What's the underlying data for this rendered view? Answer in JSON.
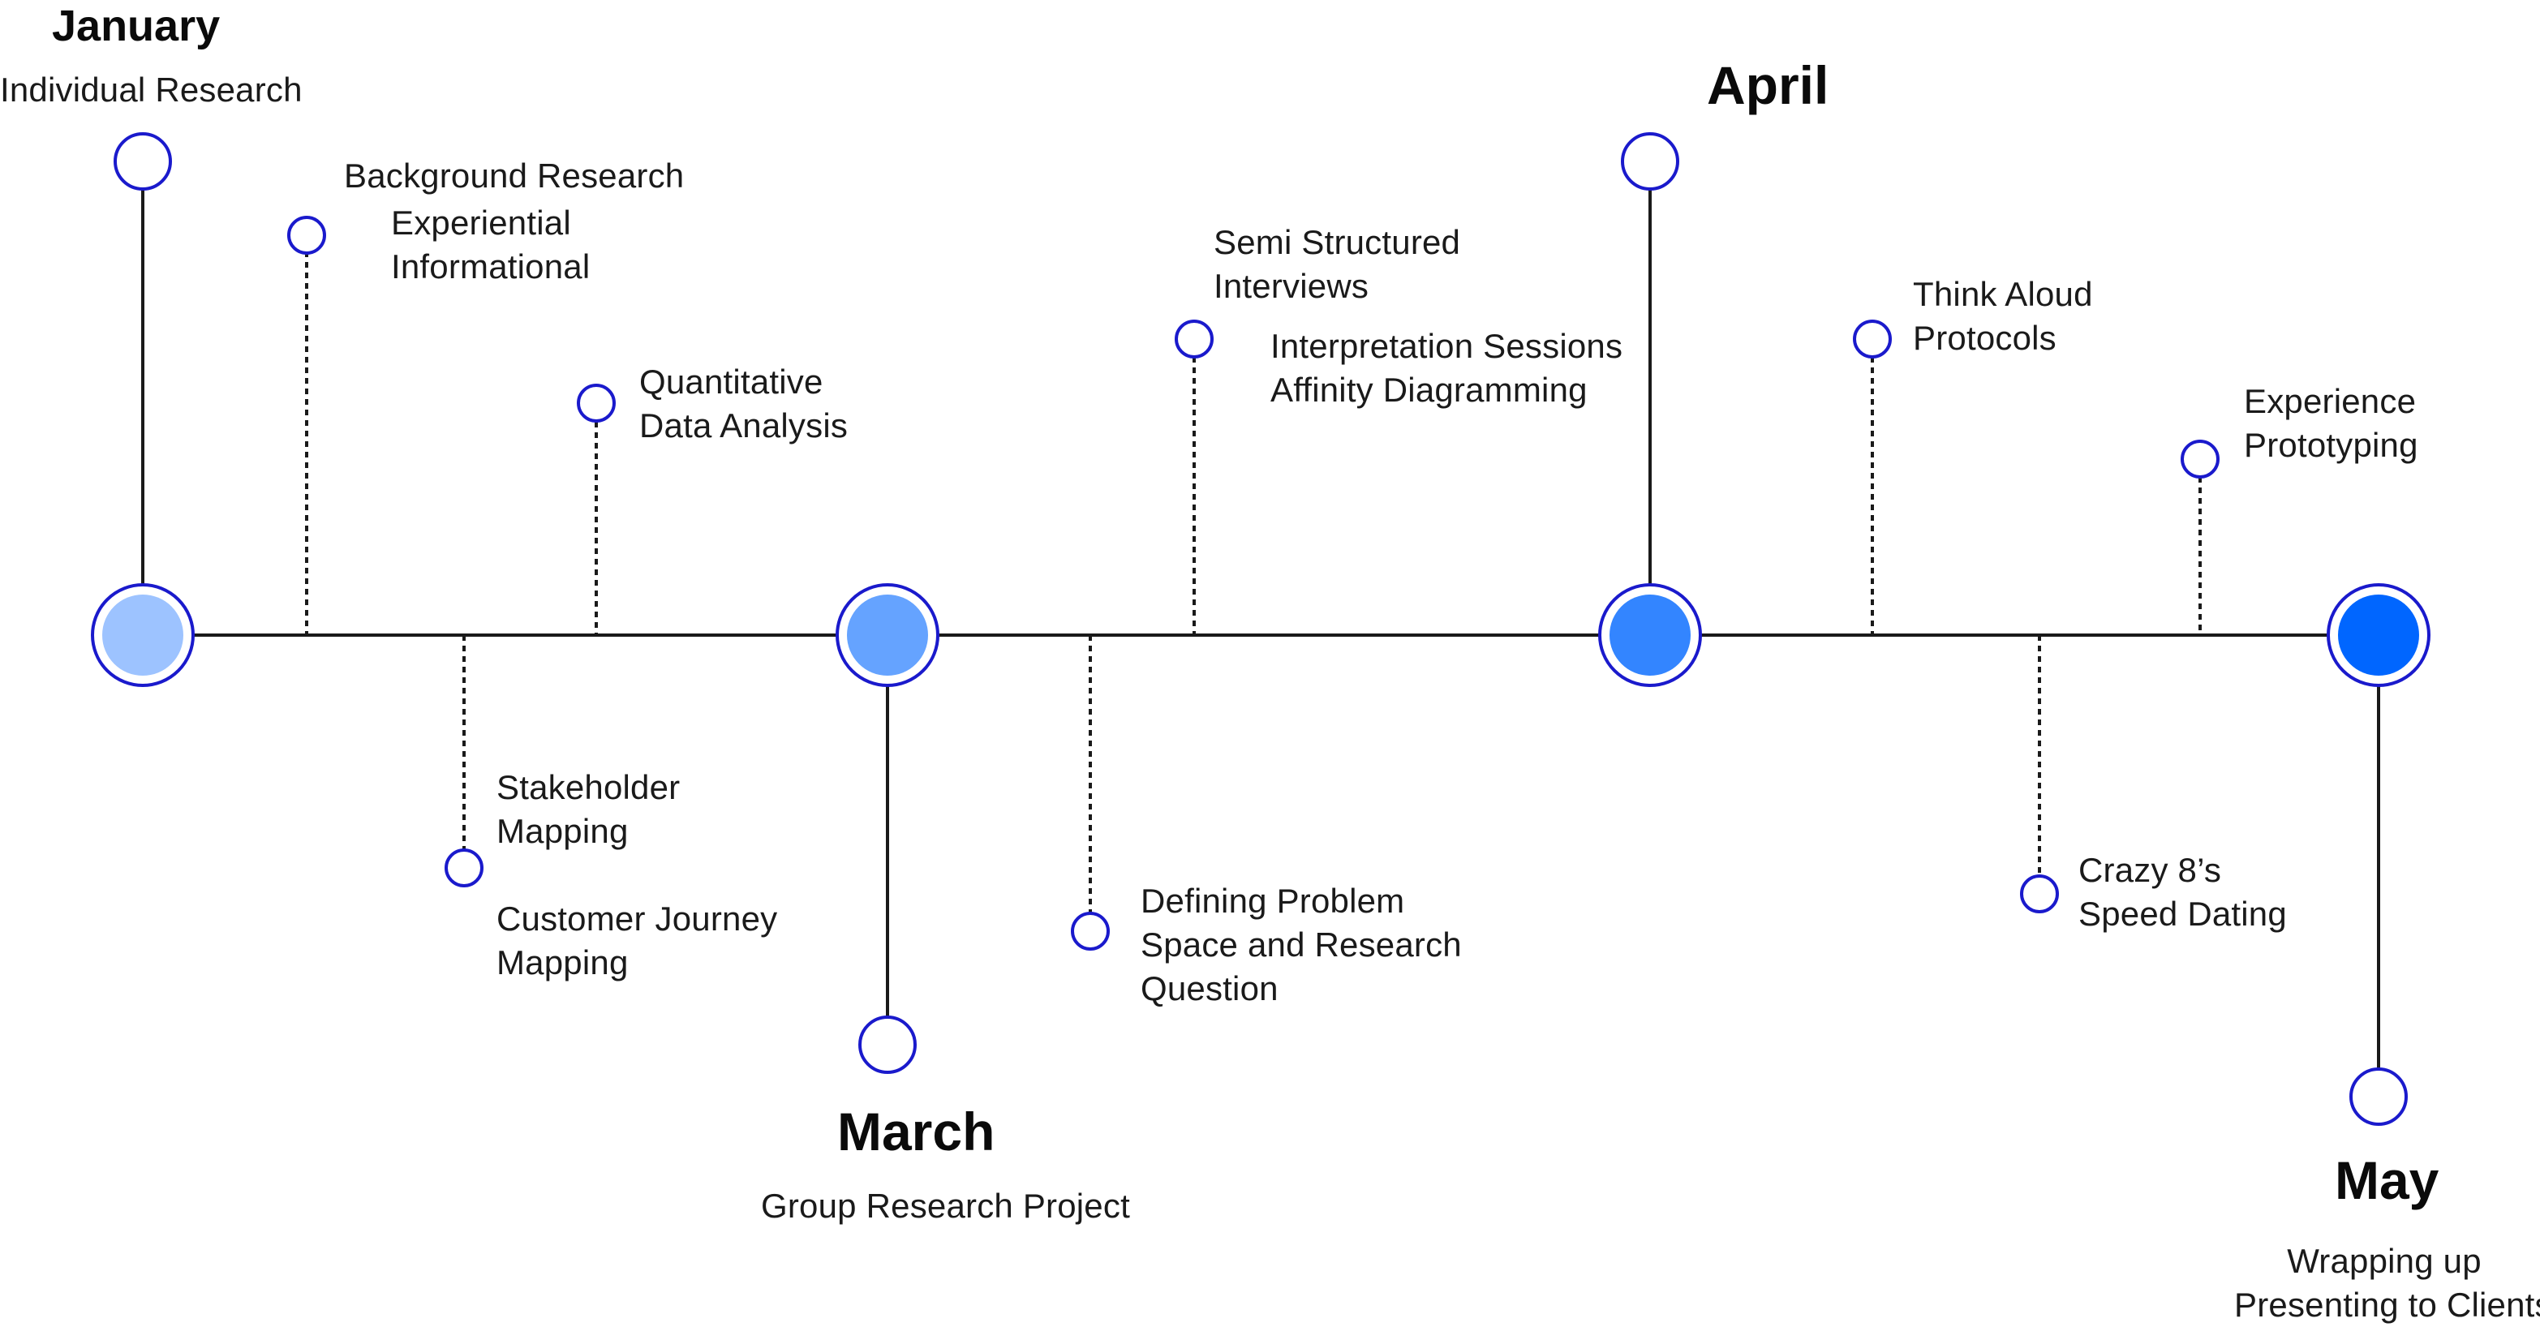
{
  "milestones": {
    "january": {
      "month": "January",
      "subtitle": "Individual Research",
      "fill": "#9dc3ff"
    },
    "march": {
      "month": "March",
      "subtitle": "Group Research Project",
      "fill": "#65a3ff"
    },
    "april": {
      "month": "April",
      "subtitle": "",
      "fill": "#3385ff"
    },
    "may": {
      "month": "May",
      "subtitle_line1": "Wrapping up",
      "subtitle_line2": "Presenting to Clients",
      "fill": "#0066ff"
    }
  },
  "activities": {
    "background_research": {
      "line1": "Background Research",
      "line2": "Experiential",
      "line3": "Informational"
    },
    "quantitative": {
      "line1": "Quantitative",
      "line2": "Data Analysis"
    },
    "stakeholder": {
      "line1": "Stakeholder",
      "line2": "Mapping",
      "line3": "Customer Journey",
      "line4": "Mapping"
    },
    "defining_problem": {
      "line1": "Defining Problem",
      "line2": "Space and Research",
      "line3": "Question"
    },
    "semi_structured": {
      "line1": "Semi Structured",
      "line2": "Interviews",
      "line3": "Interpretation Sessions",
      "line4": "Affinity Diagramming"
    },
    "think_aloud": {
      "line1": "Think Aloud",
      "line2": "Protocols"
    },
    "crazy8": {
      "line1": "Crazy 8’s",
      "line2": "Speed Dating"
    },
    "experience_proto": {
      "line1": "Experience",
      "line2": "Prototyping"
    }
  },
  "colors": {
    "line": "#1a1a1a",
    "node_stroke": "#1a1acc",
    "accent": "#0066ff"
  }
}
